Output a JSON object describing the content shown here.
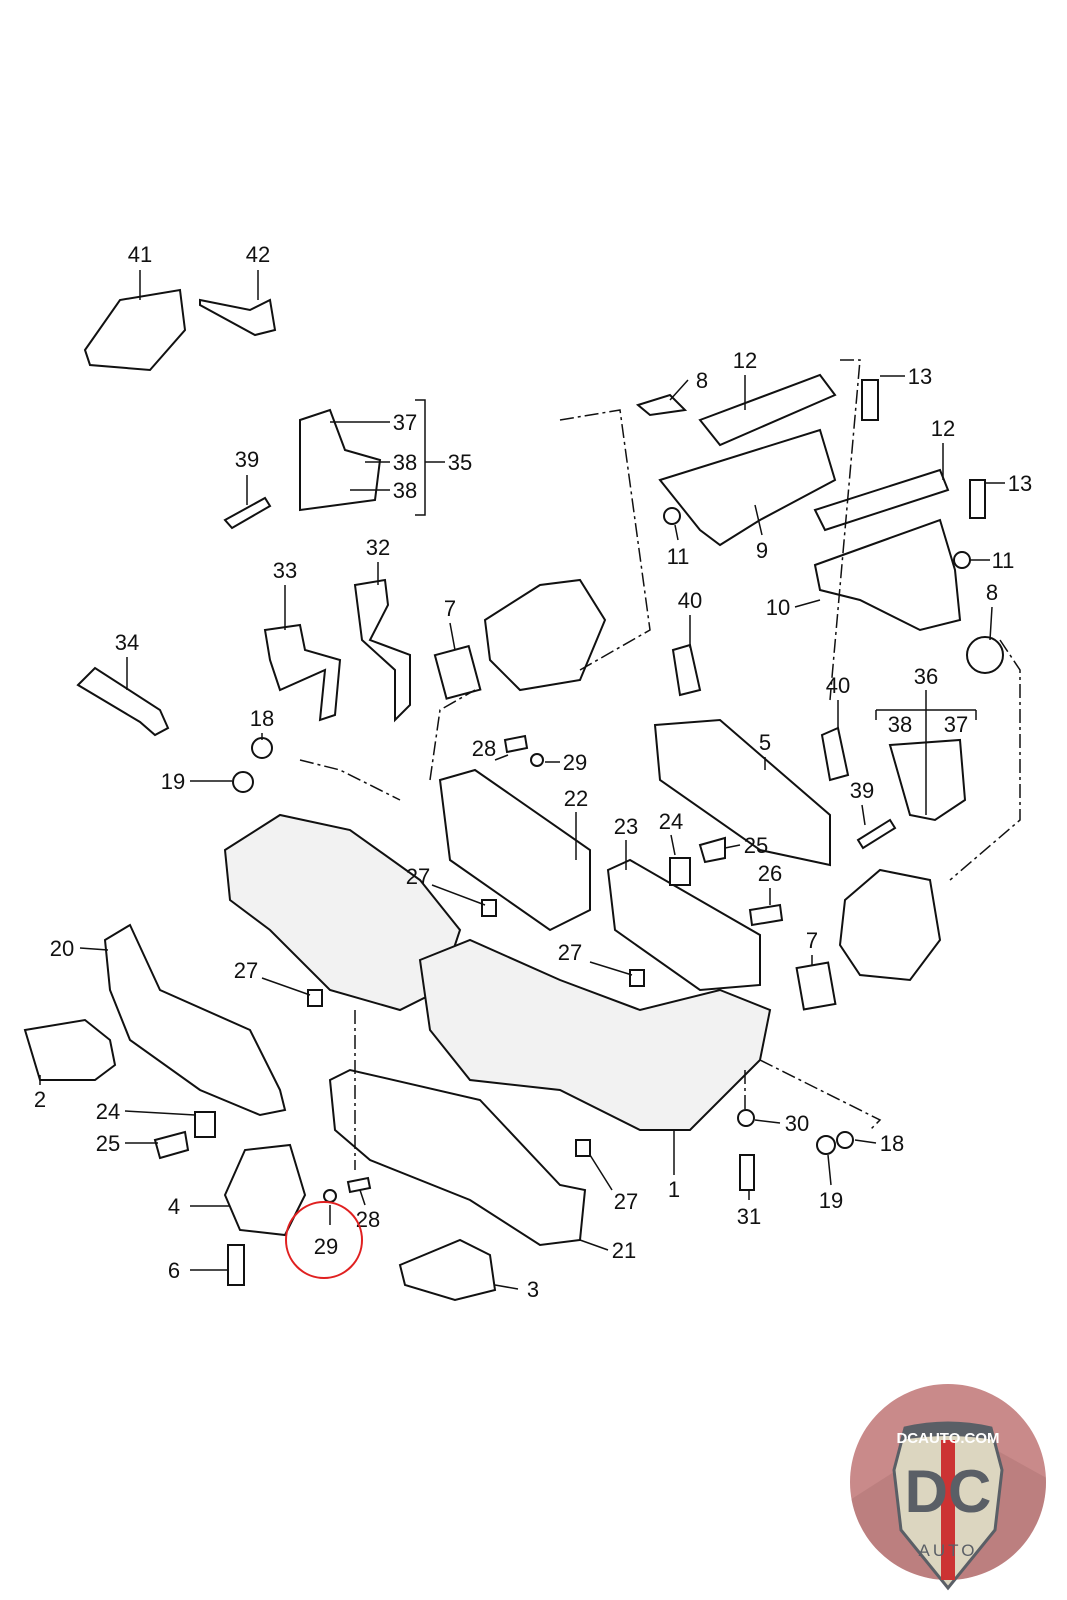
{
  "diagram": {
    "callouts": [
      "41",
      "42",
      "37",
      "38",
      "35",
      "38",
      "39",
      "12",
      "8",
      "13",
      "12",
      "13",
      "11",
      "9",
      "11",
      "10",
      "8",
      "33",
      "32",
      "7",
      "40",
      "34",
      "18",
      "40",
      "36",
      "38",
      "37",
      "5",
      "28",
      "29",
      "19",
      "22",
      "39",
      "24",
      "23",
      "25",
      "27",
      "26",
      "20",
      "7",
      "27",
      "27",
      "2",
      "24",
      "30",
      "18",
      "25",
      "1",
      "19",
      "27",
      "4",
      "28",
      "29",
      "31",
      "21",
      "6",
      "3"
    ],
    "highlighted_callout": "29",
    "highlight_color": "#e02020"
  },
  "logo": {
    "text_top": "DCAUTO.COM",
    "text_main": "DC",
    "text_bottom": "AUTO",
    "colors": {
      "circle": "#c98a8a",
      "shield": "#dcd6c0",
      "letters": "#5a5f66",
      "stripe": "#cc3333"
    }
  }
}
